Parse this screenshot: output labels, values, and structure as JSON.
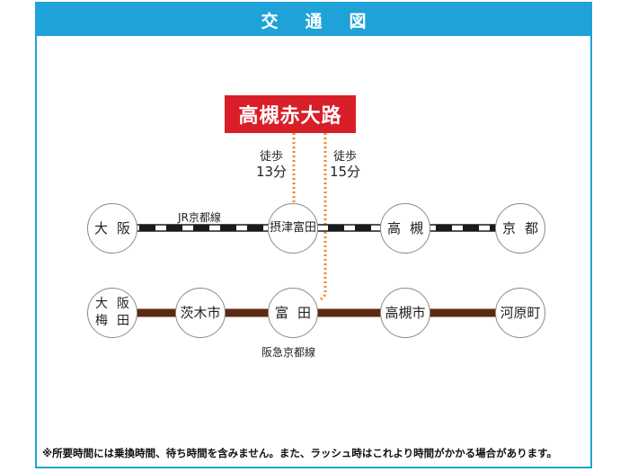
{
  "header": {
    "title": "交通図"
  },
  "destination": {
    "label": "高槻赤大路"
  },
  "walks": [
    {
      "label": "徒歩",
      "minutes": "13分"
    },
    {
      "label": "徒歩",
      "minutes": "15分"
    }
  ],
  "jr_line": {
    "name": "JR京都線",
    "stations": [
      "大阪",
      "摂津富田",
      "高槻",
      "京都"
    ]
  },
  "hankyu_line": {
    "name": "阪急京都線",
    "stations": [
      {
        "line1": "大阪",
        "line2": "梅田"
      },
      "茨木市",
      "富田",
      "高槻市",
      "河原町"
    ]
  },
  "colors": {
    "header": "#1fa2d8",
    "destination": "#d81e28",
    "walk_route": "#f0852d",
    "hankyu_line": "#5b2a12",
    "jr_line": "#1a1a1a"
  },
  "footnote": "※所要時間には乗換時間、待ち時間を含みません。また、ラッシュ時はこれより時間がかかる場合があります。"
}
